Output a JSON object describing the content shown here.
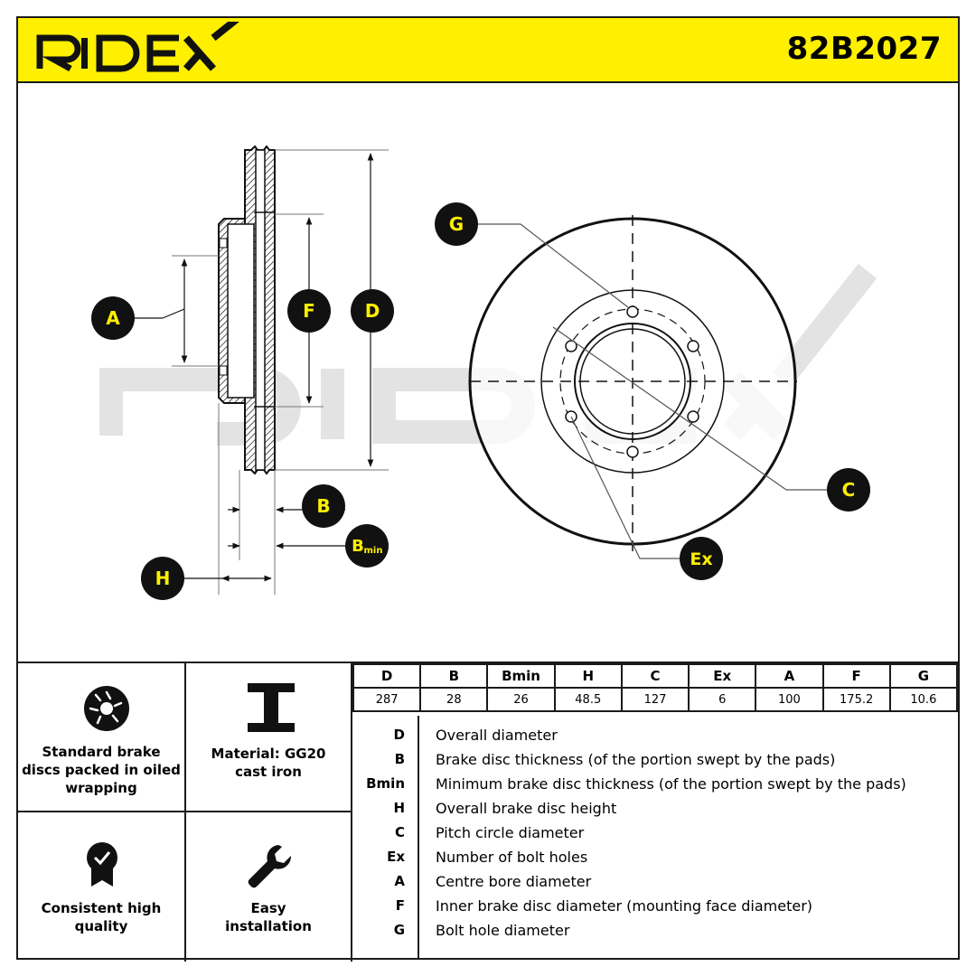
{
  "header": {
    "brand": "RIDEX",
    "part_number": "82B2027"
  },
  "drawing": {
    "watermark": "RIDEX",
    "labels": {
      "A": "A",
      "D": "D",
      "F": "F",
      "B": "B",
      "Bmin_main": "B",
      "Bmin_sub": "min",
      "H": "H",
      "G": "G",
      "C": "C",
      "Ex": "Ex"
    }
  },
  "features": [
    {
      "icon": "oil-wrapped-disc-icon",
      "text": [
        "Standard brake",
        "discs packed in oiled",
        "wrapping"
      ]
    },
    {
      "icon": "i-beam-material-icon",
      "text": [
        "Material: GG20",
        "cast iron"
      ]
    },
    {
      "icon": "quality-badge-icon",
      "text": [
        "Consistent high",
        "quality"
      ]
    },
    {
      "icon": "wrench-icon",
      "text": [
        "Easy",
        "installation"
      ]
    }
  ],
  "spec_table": {
    "headers": [
      "D",
      "B",
      "Bmin",
      "H",
      "C",
      "Ex",
      "A",
      "F",
      "G"
    ],
    "values": [
      "287",
      "28",
      "26",
      "48.5",
      "127",
      "6",
      "100",
      "175.2",
      "10.6"
    ]
  },
  "legend": [
    {
      "key": "D",
      "desc": "Overall diameter"
    },
    {
      "key": "B",
      "desc": "Brake disc thickness (of the portion swept by the pads)"
    },
    {
      "key": "Bmin",
      "desc": "Minimum brake disc thickness (of the portion swept by the pads)"
    },
    {
      "key": "H",
      "desc": "Overall brake disc height"
    },
    {
      "key": "C",
      "desc": "Pitch circle diameter"
    },
    {
      "key": "Ex",
      "desc": "Number of bolt holes"
    },
    {
      "key": "A",
      "desc": "Centre bore diameter"
    },
    {
      "key": "F",
      "desc": "Inner brake disc diameter (mounting face diameter)"
    },
    {
      "key": "G",
      "desc": "Bolt hole diameter"
    }
  ],
  "colors": {
    "brand_yellow": "#ffef00",
    "ink": "#1a1a1a",
    "watermark": "#e3e3e3"
  }
}
